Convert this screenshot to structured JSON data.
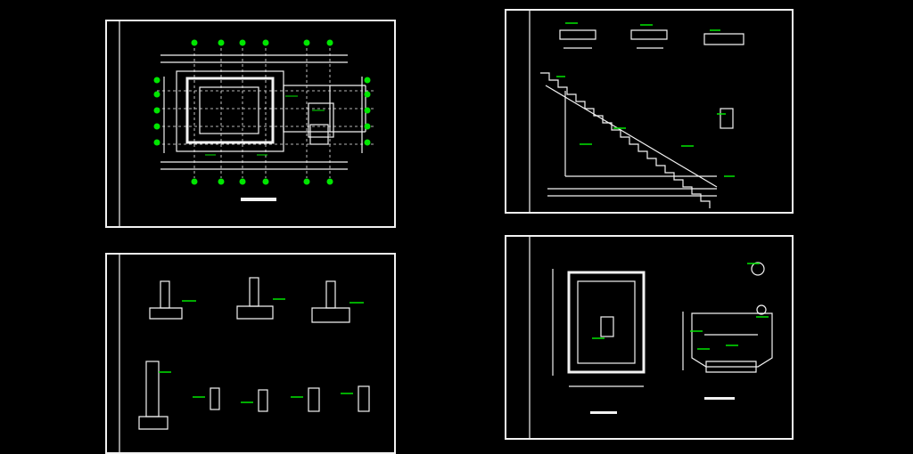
{
  "sheets": [
    {
      "id": "plan",
      "caption": ""
    },
    {
      "id": "stair",
      "caption": ""
    },
    {
      "id": "details",
      "caption": ""
    },
    {
      "id": "pit",
      "caption": ""
    }
  ],
  "watermark": "",
  "colors": {
    "background": "#000000",
    "lines": "#f2f2f2",
    "annotation": "#00e600"
  }
}
